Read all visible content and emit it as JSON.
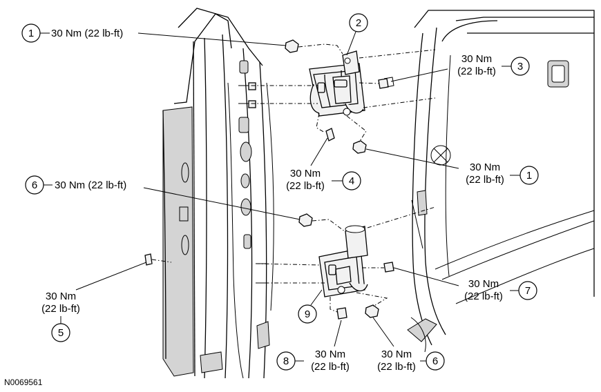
{
  "figure_id": "N0069561",
  "callouts": [
    {
      "number": "1",
      "torque": "30 Nm (22 lb-ft)"
    },
    {
      "number": "2"
    },
    {
      "number": "3",
      "torque_line1": "30 Nm",
      "torque_line2": "(22 lb-ft)"
    },
    {
      "number": "4",
      "torque_line1": "30 Nm",
      "torque_line2": "(22 lb-ft)"
    },
    {
      "number": "1",
      "torque_line1": "30 Nm",
      "torque_line2": "(22 lb-ft)"
    },
    {
      "number": "6",
      "torque": "30 Nm (22 lb-ft)"
    },
    {
      "number": "5",
      "torque_line1": "30 Nm",
      "torque_line2": "(22 lb-ft)"
    },
    {
      "number": "7",
      "torque_line1": "30 Nm",
      "torque_line2": "(22 lb-ft)"
    },
    {
      "number": "9"
    },
    {
      "number": "8",
      "torque_line1": "30 Nm",
      "torque_line2": "(22 lb-ft)"
    },
    {
      "number": "6",
      "torque_line1": "30 Nm",
      "torque_line2": "(22 lb-ft)"
    }
  ]
}
